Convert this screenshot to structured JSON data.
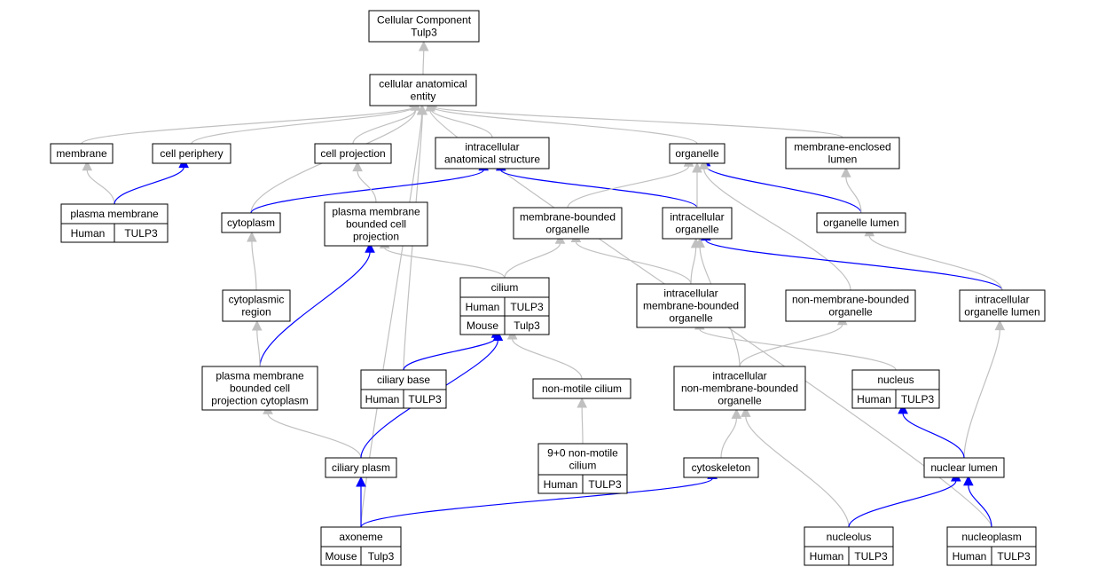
{
  "colors": {
    "human": "#ff6347",
    "mouse": "#add8e6",
    "edge_default": "#c0c0c0",
    "edge_highlight": "#0000ff"
  },
  "nodes": [
    {
      "id": "root",
      "lines": [
        "Cellular Component",
        "Tulp3"
      ]
    },
    {
      "id": "cae",
      "lines": [
        "cellular anatomical",
        "entity"
      ]
    },
    {
      "id": "membrane",
      "lines": [
        "membrane"
      ]
    },
    {
      "id": "cellperiphery",
      "lines": [
        "cell periphery"
      ]
    },
    {
      "id": "cellprojection",
      "lines": [
        "cell projection"
      ]
    },
    {
      "id": "ias",
      "lines": [
        "intracellular",
        "anatomical structure"
      ]
    },
    {
      "id": "organelle",
      "lines": [
        "organelle"
      ]
    },
    {
      "id": "mel",
      "lines": [
        "membrane-enclosed",
        "lumen"
      ]
    },
    {
      "id": "plasmamembrane",
      "lines": [
        "plasma membrane"
      ],
      "badges": [
        {
          "species": "Human",
          "gene": "TULP3"
        }
      ]
    },
    {
      "id": "cytoplasm",
      "lines": [
        "cytoplasm"
      ]
    },
    {
      "id": "pmbcp",
      "lines": [
        "plasma membrane",
        "bounded cell",
        "projection"
      ]
    },
    {
      "id": "mbo",
      "lines": [
        "membrane-bounded",
        "organelle"
      ]
    },
    {
      "id": "io",
      "lines": [
        "intracellular",
        "organelle"
      ]
    },
    {
      "id": "organellelumen",
      "lines": [
        "organelle lumen"
      ]
    },
    {
      "id": "cilium",
      "lines": [
        "cilium"
      ],
      "badges": [
        {
          "species": "Human",
          "gene": "TULP3"
        },
        {
          "species": "Mouse",
          "gene": "Tulp3"
        }
      ]
    },
    {
      "id": "imbo",
      "lines": [
        "intracellular",
        "membrane-bounded",
        "organelle"
      ]
    },
    {
      "id": "nmbo",
      "lines": [
        "non-membrane-bounded",
        "organelle"
      ]
    },
    {
      "id": "iol",
      "lines": [
        "intracellular",
        "organelle lumen"
      ]
    },
    {
      "id": "cytoregion",
      "lines": [
        "cytoplasmic",
        "region"
      ]
    },
    {
      "id": "pmbcpc",
      "lines": [
        "plasma membrane",
        "bounded cell",
        "projection cytoplasm"
      ]
    },
    {
      "id": "ciliarybase",
      "lines": [
        "ciliary base"
      ],
      "badges": [
        {
          "species": "Human",
          "gene": "TULP3"
        }
      ]
    },
    {
      "id": "nonmotile",
      "lines": [
        "non-motile cilium"
      ]
    },
    {
      "id": "inmbo",
      "lines": [
        "intracellular",
        "non-membrane-bounded",
        "organelle"
      ]
    },
    {
      "id": "nucleus",
      "lines": [
        "nucleus"
      ],
      "badges": [
        {
          "species": "Human",
          "gene": "TULP3"
        }
      ]
    },
    {
      "id": "ninezero",
      "lines": [
        "9+0 non-motile",
        "cilium"
      ],
      "badges": [
        {
          "species": "Human",
          "gene": "TULP3"
        }
      ]
    },
    {
      "id": "ciliaryplasm",
      "lines": [
        "ciliary plasm"
      ]
    },
    {
      "id": "cytoskeleton",
      "lines": [
        "cytoskeleton"
      ]
    },
    {
      "id": "nuclearlumen",
      "lines": [
        "nuclear lumen"
      ]
    },
    {
      "id": "axoneme",
      "lines": [
        "axoneme"
      ],
      "badges": [
        {
          "species": "Mouse",
          "gene": "Tulp3"
        }
      ]
    },
    {
      "id": "nucleolus",
      "lines": [
        "nucleolus"
      ],
      "badges": [
        {
          "species": "Human",
          "gene": "TULP3"
        }
      ]
    },
    {
      "id": "nucleoplasm",
      "lines": [
        "nucleoplasm"
      ],
      "badges": [
        {
          "species": "Human",
          "gene": "TULP3"
        }
      ]
    }
  ],
  "edges": [
    {
      "from": "cae",
      "to": "root",
      "highlight": false
    },
    {
      "from": "membrane",
      "to": "cae",
      "highlight": false
    },
    {
      "from": "cellperiphery",
      "to": "cae",
      "highlight": false
    },
    {
      "from": "cellprojection",
      "to": "cae",
      "highlight": false
    },
    {
      "from": "ias",
      "to": "cae",
      "highlight": false
    },
    {
      "from": "organelle",
      "to": "cae",
      "highlight": false
    },
    {
      "from": "mel",
      "to": "cae",
      "highlight": false
    },
    {
      "from": "cytoplasm",
      "to": "cae",
      "highlight": false
    },
    {
      "from": "ciliarybase",
      "to": "cae",
      "highlight": false
    },
    {
      "from": "axoneme",
      "to": "cae",
      "highlight": false
    },
    {
      "from": "nucleoplasm",
      "to": "cae",
      "highlight": false
    },
    {
      "from": "plasmamembrane",
      "to": "membrane",
      "highlight": false
    },
    {
      "from": "plasmamembrane",
      "to": "cellperiphery",
      "highlight": true
    },
    {
      "from": "cytoplasm",
      "to": "ias",
      "highlight": true
    },
    {
      "from": "io",
      "to": "ias",
      "highlight": true
    },
    {
      "from": "pmbcp",
      "to": "cellprojection",
      "highlight": false
    },
    {
      "from": "cilium",
      "to": "pmbcp",
      "highlight": false
    },
    {
      "from": "pmbcpc",
      "to": "pmbcp",
      "highlight": true
    },
    {
      "from": "mbo",
      "to": "organelle",
      "highlight": false
    },
    {
      "from": "io",
      "to": "organelle",
      "highlight": false
    },
    {
      "from": "organellelumen",
      "to": "organelle",
      "highlight": true
    },
    {
      "from": "nmbo",
      "to": "organelle",
      "highlight": false
    },
    {
      "from": "organellelumen",
      "to": "mel",
      "highlight": false
    },
    {
      "from": "cilium",
      "to": "mbo",
      "highlight": false
    },
    {
      "from": "imbo",
      "to": "mbo",
      "highlight": false
    },
    {
      "from": "imbo",
      "to": "io",
      "highlight": false
    },
    {
      "from": "inmbo",
      "to": "io",
      "highlight": false
    },
    {
      "from": "iol",
      "to": "io",
      "highlight": true
    },
    {
      "from": "iol",
      "to": "organellelumen",
      "highlight": false
    },
    {
      "from": "nucleus",
      "to": "imbo",
      "highlight": false
    },
    {
      "from": "inmbo",
      "to": "nmbo",
      "highlight": false
    },
    {
      "from": "nuclearlumen",
      "to": "iol",
      "highlight": false
    },
    {
      "from": "cytoregion",
      "to": "cytoplasm",
      "highlight": false
    },
    {
      "from": "pmbcpc",
      "to": "cytoregion",
      "highlight": false
    },
    {
      "from": "ciliaryplasm",
      "to": "pmbcpc",
      "highlight": false
    },
    {
      "from": "ciliarybase",
      "to": "cilium",
      "highlight": true
    },
    {
      "from": "nonmotile",
      "to": "cilium",
      "highlight": false
    },
    {
      "from": "ciliaryplasm",
      "to": "cilium",
      "highlight": true
    },
    {
      "from": "ninezero",
      "to": "nonmotile",
      "highlight": false
    },
    {
      "from": "cytoskeleton",
      "to": "inmbo",
      "highlight": false
    },
    {
      "from": "nucleolus",
      "to": "inmbo",
      "highlight": false
    },
    {
      "from": "nuclearlumen",
      "to": "nucleus",
      "highlight": true
    },
    {
      "from": "axoneme",
      "to": "ciliaryplasm",
      "highlight": true
    },
    {
      "from": "axoneme",
      "to": "cytoskeleton",
      "highlight": true
    },
    {
      "from": "nucleolus",
      "to": "nuclearlumen",
      "highlight": true
    },
    {
      "from": "nucleoplasm",
      "to": "nuclearlumen",
      "highlight": true
    }
  ]
}
